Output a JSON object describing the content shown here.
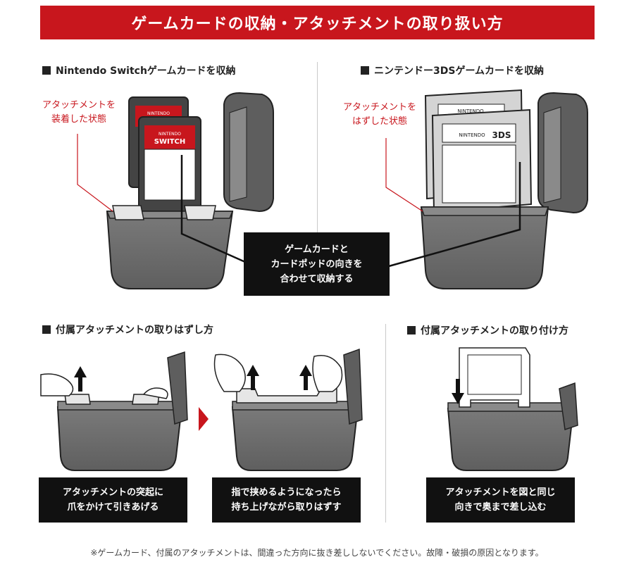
{
  "banner": {
    "title": "ゲームカードの収納・アタッチメントの取り扱い方"
  },
  "sections": {
    "switch_storage": {
      "heading": "Nintendo Switchゲームカードを収納",
      "note": "アタッチメントを\n装着した状態",
      "card_brand": "NINTENDO",
      "card_name": "SWITCH"
    },
    "ds_storage": {
      "heading": "ニンテンドー3DSゲームカードを収納",
      "note": "アタッチメントを\nはずした状態",
      "card_brand": "NINTENDO",
      "card_name": "3DS"
    },
    "center_callout": "ゲームカードと\nカードポッドの向きを\n合わせて収納する",
    "removal": {
      "heading": "付属アタッチメントの取りはずし方",
      "step1": "アタッチメントの突起に\n爪をかけて引きあげる",
      "step2": "指で挟めるようになったら\n持ち上げながら取りはずす"
    },
    "attach": {
      "heading": "付属アタッチメントの取り付け方",
      "step": "アタッチメントを図と同じ\n向きで奥まで差し込む"
    }
  },
  "footnote": "※ゲームカード、付属のアタッチメントは、間違った方向に抜き差ししないでください。故障・破損の原因となります。",
  "colors": {
    "accent_red": "#c8161d",
    "callout_bg": "#111111",
    "case_gray": "#6d6d6d"
  },
  "icons": [
    "square-bullet-icon",
    "up-arrow-icon",
    "down-arrow-icon",
    "next-step-triangle-icon"
  ]
}
